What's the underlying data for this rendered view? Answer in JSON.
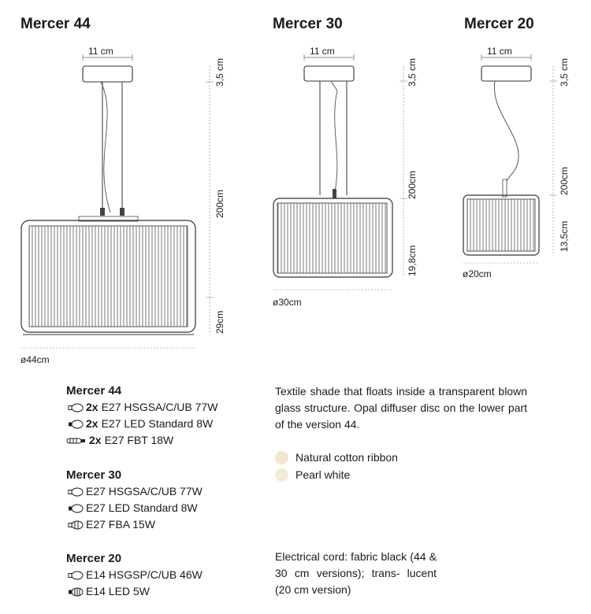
{
  "models": [
    {
      "title": "Mercer 44",
      "canopy_width": "11 cm",
      "canopy_height": "3,5 cm",
      "cord_length": "200cm",
      "shade_height": "29cm",
      "diameter": "ø44cm"
    },
    {
      "title": "Mercer 30",
      "canopy_width": "11 cm",
      "canopy_height": "3,5 cm",
      "cord_length": "200cm",
      "shade_height": "19,8cm",
      "diameter": "ø30cm"
    },
    {
      "title": "Mercer 20",
      "canopy_width": "11 cm",
      "canopy_height": "3,5 cm",
      "cord_length": "200cm",
      "shade_height": "13,5cm",
      "diameter": "ø20cm"
    }
  ],
  "specs": [
    {
      "title": "Mercer 44",
      "lines": [
        {
          "icon": "bulb-icon",
          "qty": "2x",
          "text": "E27 HSGSA/C/UB 77W"
        },
        {
          "icon": "led-bulb-icon",
          "qty": "2x",
          "text": "E27 LED Standard 8W"
        },
        {
          "icon": "fluorescent-tube-icon",
          "qty": "2x",
          "text": "E27 FBT 18W"
        }
      ]
    },
    {
      "title": "Mercer 30",
      "lines": [
        {
          "icon": "bulb-icon",
          "qty": "",
          "text": "E27 HSGSA/C/UB 77W"
        },
        {
          "icon": "led-bulb-icon",
          "qty": "",
          "text": "E27 LED Standard 8W"
        },
        {
          "icon": "compact-fluorescent-icon",
          "qty": "",
          "text": "E27 FBA 15W"
        }
      ]
    },
    {
      "title": "Mercer 20",
      "lines": [
        {
          "icon": "bulb-icon",
          "qty": "",
          "text": "E14 HSGSP/C/UB 46W"
        },
        {
          "icon": "led-bulb-icon",
          "qty": "",
          "text": "E14 LED 5W"
        }
      ]
    }
  ],
  "description": "Textile shade that floats inside a transparent blown glass structure. Opal diffuser disc on the lower part of the version 44.",
  "finishes": [
    {
      "label": "Natural cotton ribbon",
      "color": "#f2e7cc"
    },
    {
      "label": "Pearl white",
      "color": "#f3ebd6"
    }
  ],
  "cord_note": "Electrical cord: fabric black (44 & 30 cm versions); trans- lucent (20 cm version)"
}
